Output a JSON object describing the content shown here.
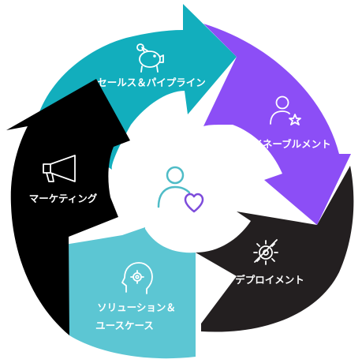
{
  "colors": {
    "sales": "#12aebd",
    "enablement": "#8c4ef6",
    "deployment": "#231f20",
    "solutions": "#5cc6d3",
    "marketing": "#000000",
    "center_person": "#4fbcc7",
    "center_heart": "#7d4cdb"
  },
  "segments": {
    "sales": {
      "label": "セールス＆パイプライン",
      "icon": "piggy-bank-icon"
    },
    "enablement": {
      "label": "イネーブルメント",
      "icon": "person-star-icon"
    },
    "deployment": {
      "label": "デプロイメント",
      "icon": "wrench-gear-icon"
    },
    "solutions": {
      "label_line1": "ソリューション＆",
      "label_line2": "ユースケース",
      "icon": "head-gear-icon"
    },
    "marketing": {
      "label": "マーケティング",
      "icon": "megaphone-icon"
    }
  },
  "center": {
    "icon": "person-heart-icon"
  }
}
